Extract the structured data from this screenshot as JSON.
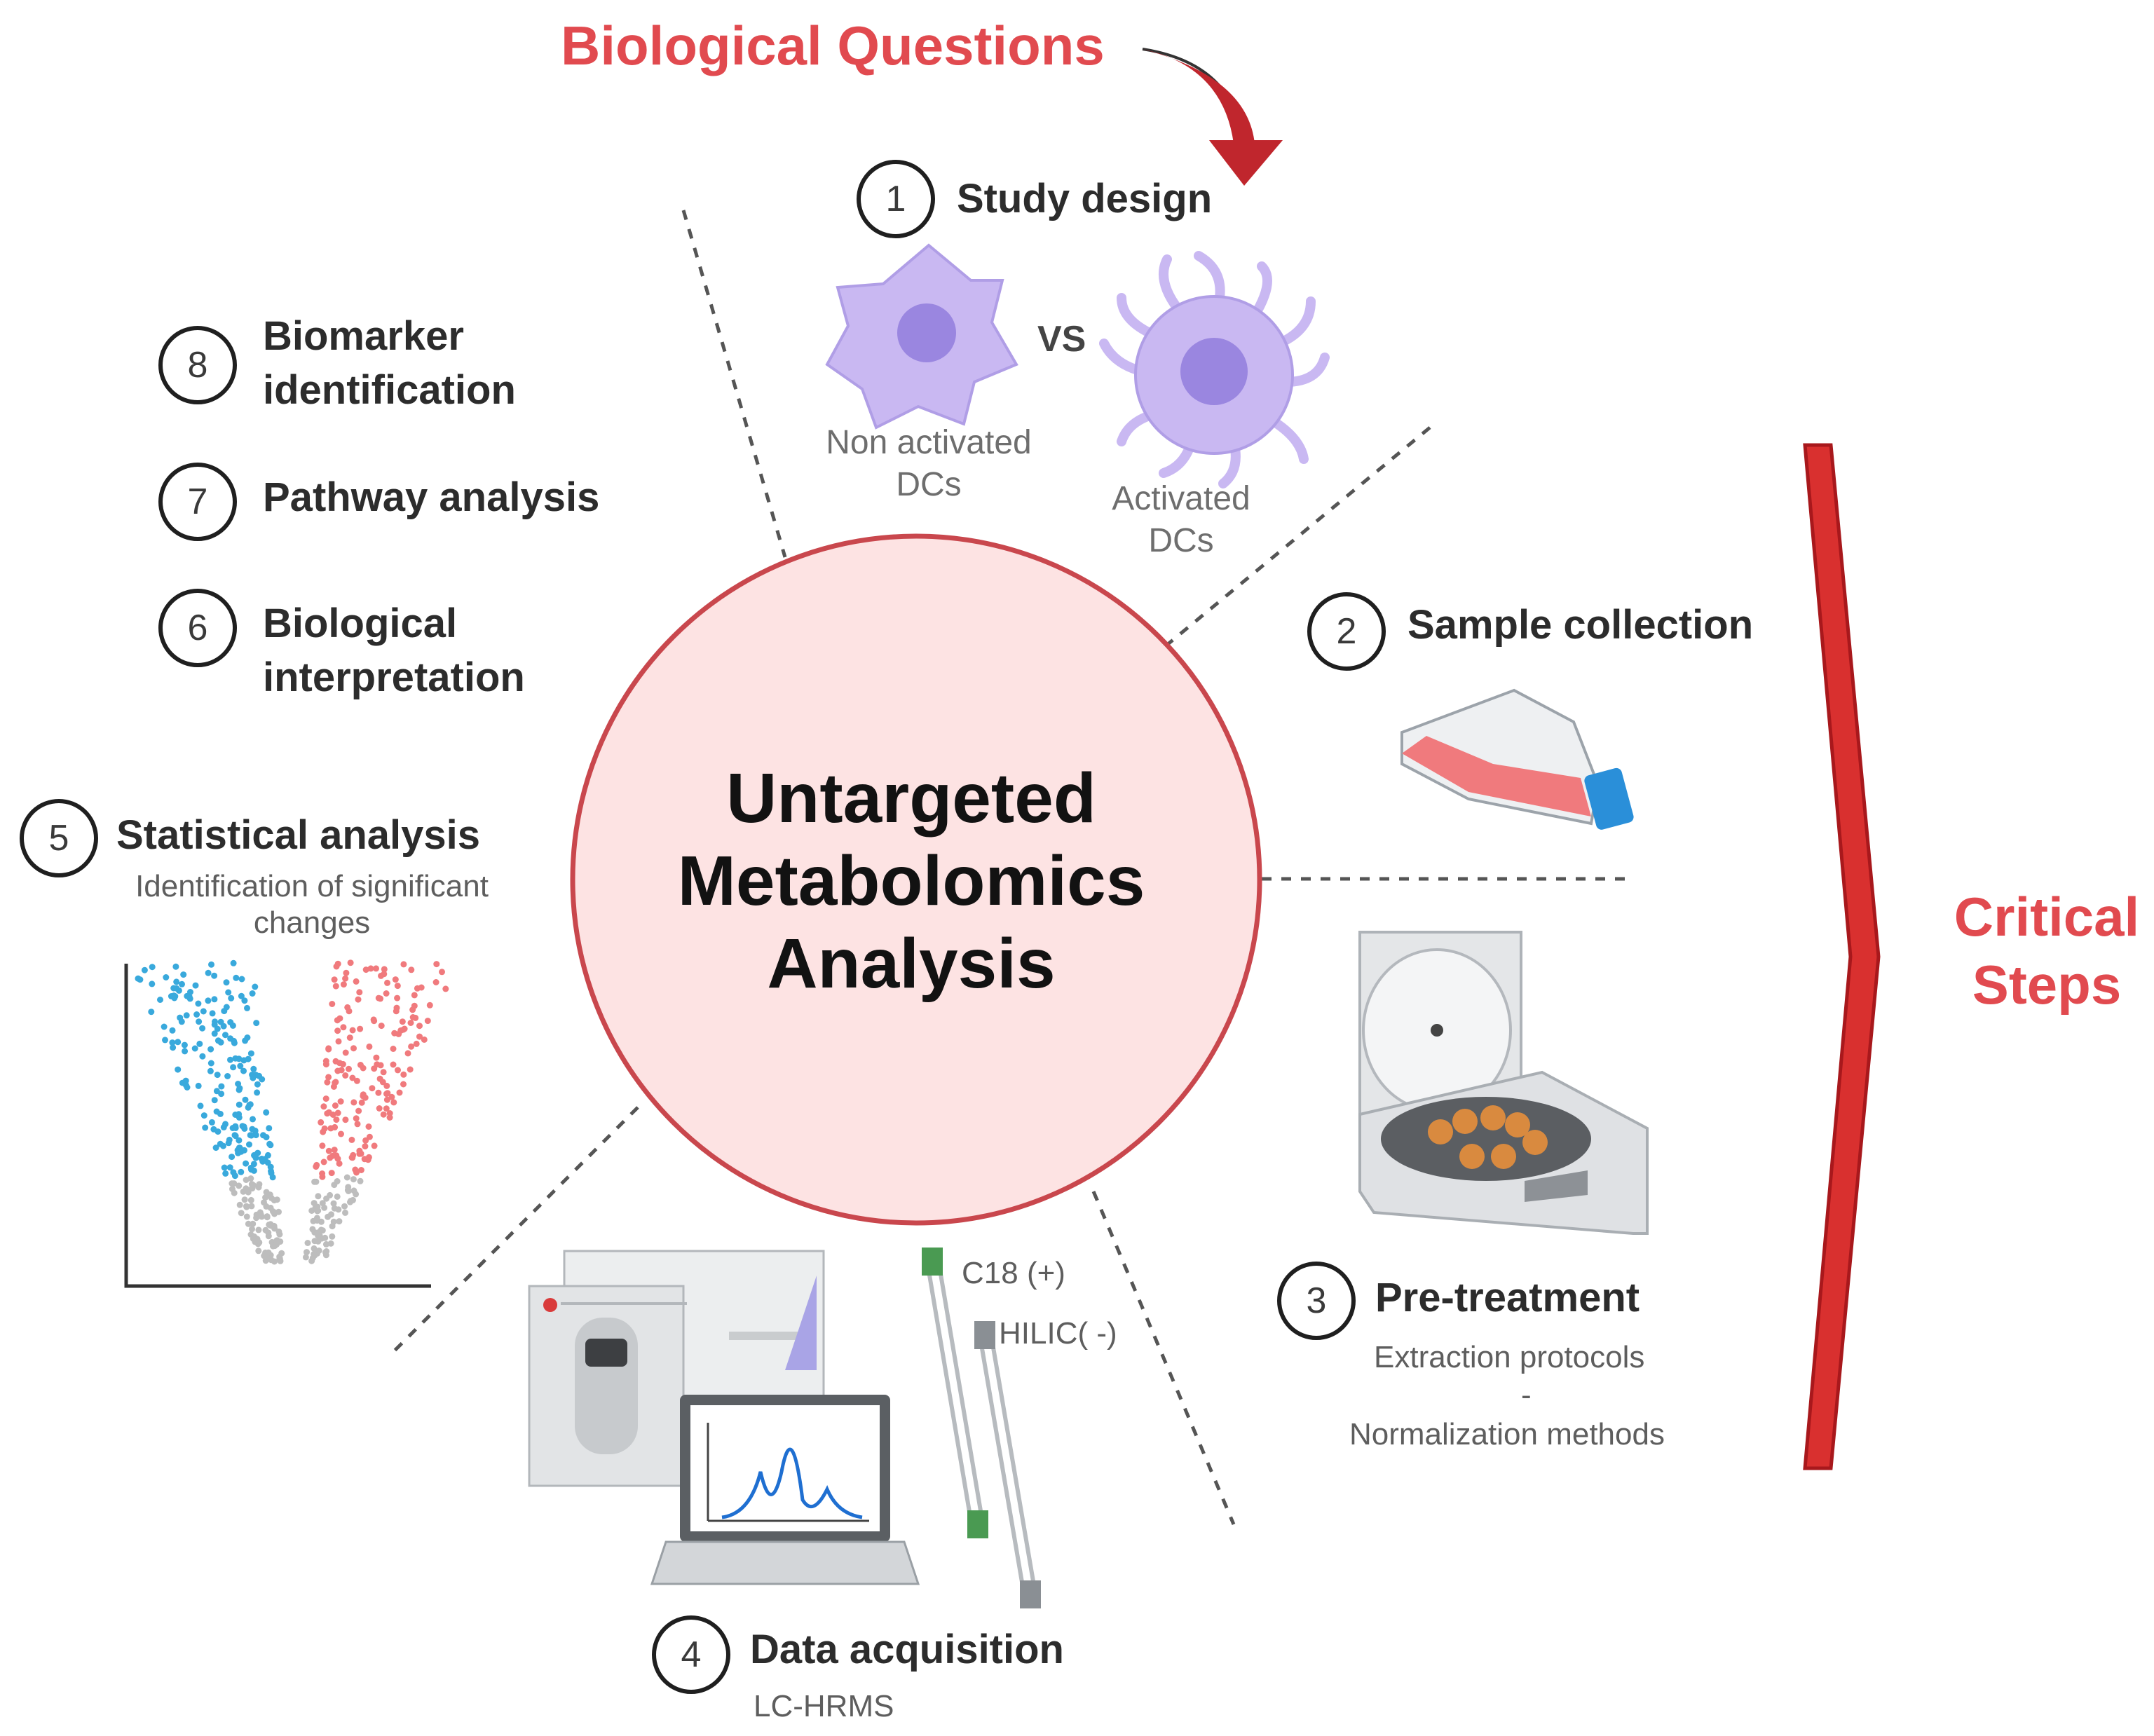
{
  "header": {
    "biological_questions": "Biological Questions"
  },
  "center": {
    "line1": "Untargeted",
    "line2": "Metabolomics",
    "line3": "Analysis"
  },
  "critical": {
    "line1": "Critical",
    "line2": "Steps"
  },
  "steps": {
    "s1": {
      "num": "1",
      "title": "Study design",
      "vs": "VS",
      "left_label_1": "Non activated",
      "left_label_2": "DCs",
      "right_label_1": "Activated",
      "right_label_2": "DCs"
    },
    "s2": {
      "num": "2",
      "title": "Sample collection"
    },
    "s3": {
      "num": "3",
      "title": "Pre-treatment",
      "sub1": "Extraction protocols",
      "dash": "-",
      "sub2": "Normalization methods"
    },
    "s4": {
      "num": "4",
      "title": "Data acquisition",
      "sub": "LC-HRMS",
      "col1": "C18 (+)",
      "col2": "HILIC( -)"
    },
    "s5": {
      "num": "5",
      "title": "Statistical analysis",
      "sub1": "Identification of significant",
      "sub2": "changes"
    },
    "s6": {
      "num": "6",
      "title_1": "Biological",
      "title_2": "interpretation"
    },
    "s7": {
      "num": "7",
      "title": "Pathway analysis"
    },
    "s8": {
      "num": "8",
      "title_1": "Biomarker",
      "title_2": "identification"
    }
  },
  "colors": {
    "accent_red": "#e14a4f",
    "arrow_red": "#c0262d",
    "circle_fill": "#fde3e3",
    "circle_stroke": "#c9474d",
    "cell_purple": "#c9b8f2",
    "nucleus_purple": "#9a86e0",
    "volcano_blue": "#39a9dc",
    "volcano_red": "#f07a7d",
    "volcano_gray": "#bdbdbd"
  },
  "icons": [
    "curved-arrow-icon",
    "dendritic-cell-icon",
    "culture-flask-icon",
    "centrifuge-icon",
    "lc-ms-instrument-icon",
    "laptop-chromatogram-icon",
    "hplc-column-icon",
    "volcano-plot-icon",
    "chevron-arrow-icon"
  ]
}
